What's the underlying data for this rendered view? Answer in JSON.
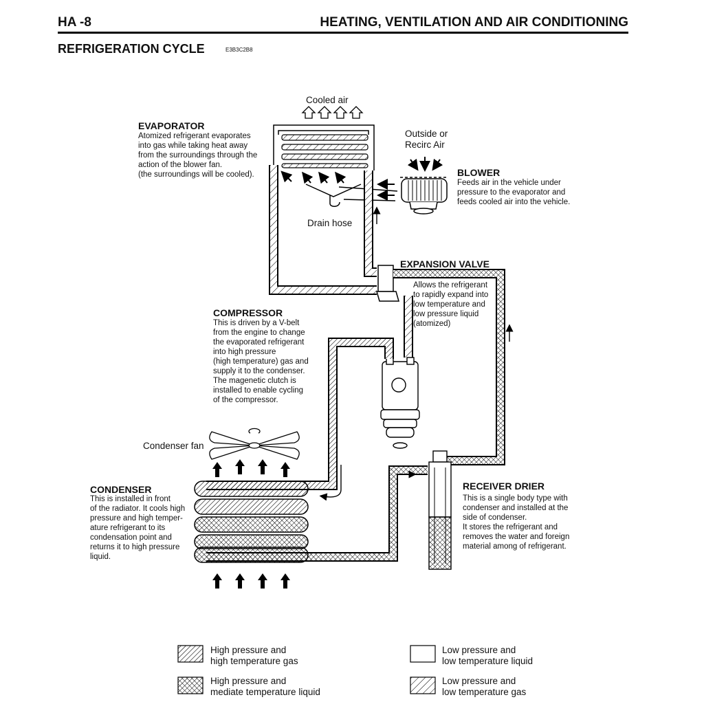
{
  "header": {
    "page_code": "HA -8",
    "section": "HEATING, VENTILATION AND AIR CONDITIONING"
  },
  "title": "REFRIGERATION CYCLE",
  "doc_code": "E3B3C2B8",
  "labels": {
    "cooled_air": "Cooled air",
    "outside_recirc": "Outside or\nRecirc Air",
    "drain_hose": "Drain hose",
    "condenser_fan": "Condenser fan"
  },
  "components": {
    "evaporator": {
      "name": "EVAPORATOR",
      "desc": "Atomized refrigerant evaporates\ninto gas while taking heat away\nfrom the surroundings through the\naction of the blower fan.\n(the surroundings will be cooled)."
    },
    "blower": {
      "name": "BLOWER",
      "desc": "Feeds air in the vehicle under\npressure to the evaporator and\nfeeds cooled air into the vehicle."
    },
    "expansion_valve": {
      "name": "EXPANSION VALVE",
      "desc": "Allows the refrigerant\nto rapidly expand into\nlow temperature and\nlow pressure liquid\n(atomized)"
    },
    "compressor": {
      "name": "COMPRESSOR",
      "desc": "This is driven by a V-belt\nfrom the engine to change\nthe evaporated refrigerant\ninto high pressure\n(high temperature) gas and\nsupply it to the condenser.\nThe magenetic clutch is\ninstalled to enable cycling\nof the compressor."
    },
    "condenser": {
      "name": "CONDENSER",
      "desc": "This is installed in front\nof the radiator. It cools high\npressure and high temper-\nature refrigerant to its\ncondensation point and\nreturns it to high pressure\nliquid."
    },
    "receiver_drier": {
      "name": "RECEIVER DRIER",
      "desc": "This is a single body type with\ncondenser and installed at the\nside of condenser.\nIt stores the refrigerant and\nremoves the water and foreign\nmaterial among of refrigerant."
    }
  },
  "legend": [
    {
      "pattern": "diagonal-dense",
      "text": "High pressure and\nhigh temperature gas"
    },
    {
      "pattern": "blank",
      "text": "Low pressure and\nlow temperature liquid"
    },
    {
      "pattern": "crosshatch",
      "text": "High pressure and\nmediate temperature liquid"
    },
    {
      "pattern": "diagonal-sparse",
      "text": "Low pressure and\nlow temperature gas"
    }
  ]
}
